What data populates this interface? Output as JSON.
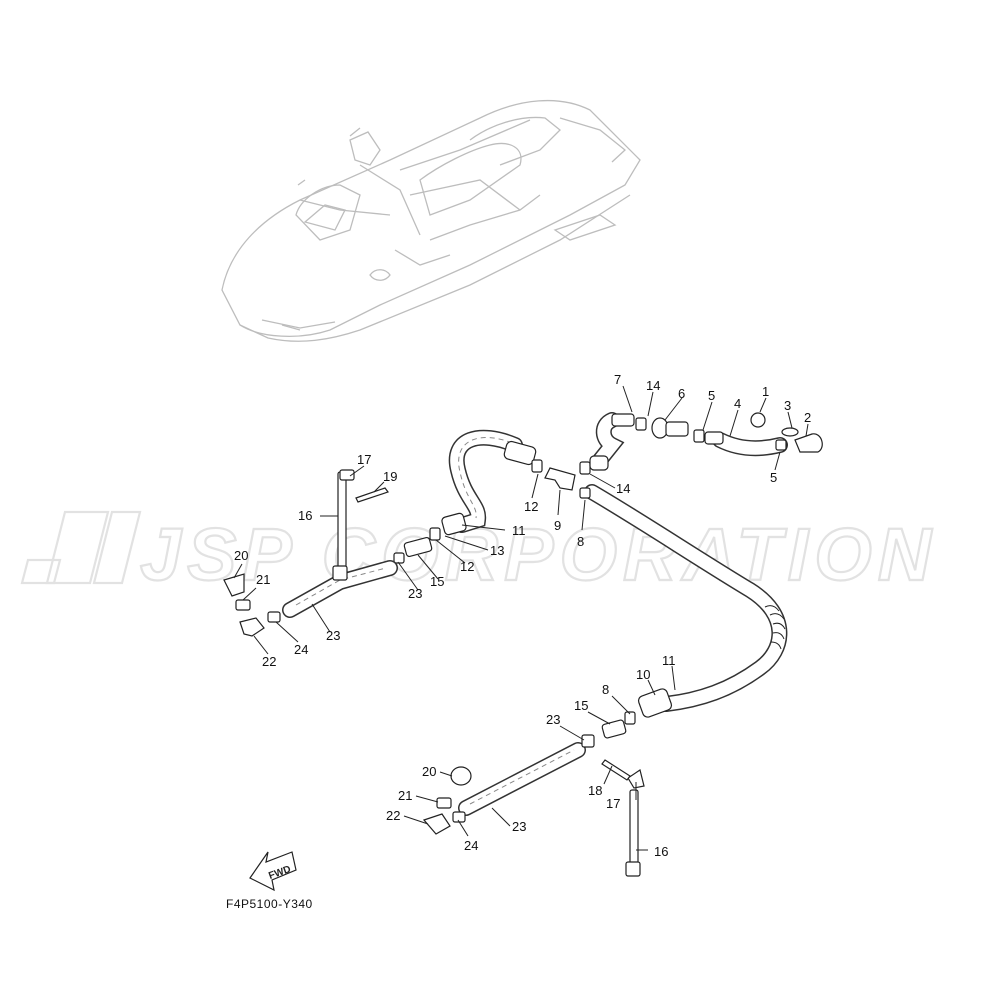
{
  "watermark": {
    "text": "JSP CORPORATION",
    "color": "#e2e2e2"
  },
  "diagram_code": "F4P5100-Y340",
  "fwd_label": "FWD",
  "callouts": [
    {
      "id": "c7",
      "label": "7"
    },
    {
      "id": "c14a",
      "label": "14"
    },
    {
      "id": "c6",
      "label": "6"
    },
    {
      "id": "c5a",
      "label": "5"
    },
    {
      "id": "c4",
      "label": "4"
    },
    {
      "id": "c1",
      "label": "1"
    },
    {
      "id": "c3",
      "label": "3"
    },
    {
      "id": "c2",
      "label": "2"
    },
    {
      "id": "c5b",
      "label": "5"
    },
    {
      "id": "c14b",
      "label": "14"
    },
    {
      "id": "c12a",
      "label": "12"
    },
    {
      "id": "c9",
      "label": "9"
    },
    {
      "id": "c8a",
      "label": "8"
    },
    {
      "id": "c11a",
      "label": "11"
    },
    {
      "id": "c13",
      "label": "13"
    },
    {
      "id": "c12b",
      "label": "12"
    },
    {
      "id": "c15a",
      "label": "15"
    },
    {
      "id": "c23a",
      "label": "23"
    },
    {
      "id": "c17a",
      "label": "17"
    },
    {
      "id": "c19",
      "label": "19"
    },
    {
      "id": "c16a",
      "label": "16"
    },
    {
      "id": "c20a",
      "label": "20"
    },
    {
      "id": "c21a",
      "label": "21"
    },
    {
      "id": "c22a",
      "label": "22"
    },
    {
      "id": "c24a",
      "label": "24"
    },
    {
      "id": "c23b",
      "label": "23"
    },
    {
      "id": "c10",
      "label": "10"
    },
    {
      "id": "c11b",
      "label": "11"
    },
    {
      "id": "c8b",
      "label": "8"
    },
    {
      "id": "c15b",
      "label": "15"
    },
    {
      "id": "c23c",
      "label": "23"
    },
    {
      "id": "c18",
      "label": "18"
    },
    {
      "id": "c17b",
      "label": "17"
    },
    {
      "id": "c16b",
      "label": "16"
    },
    {
      "id": "c20b",
      "label": "20"
    },
    {
      "id": "c21b",
      "label": "21"
    },
    {
      "id": "c22b",
      "label": "22"
    },
    {
      "id": "c24b",
      "label": "24"
    },
    {
      "id": "c23d",
      "label": "23"
    }
  ]
}
